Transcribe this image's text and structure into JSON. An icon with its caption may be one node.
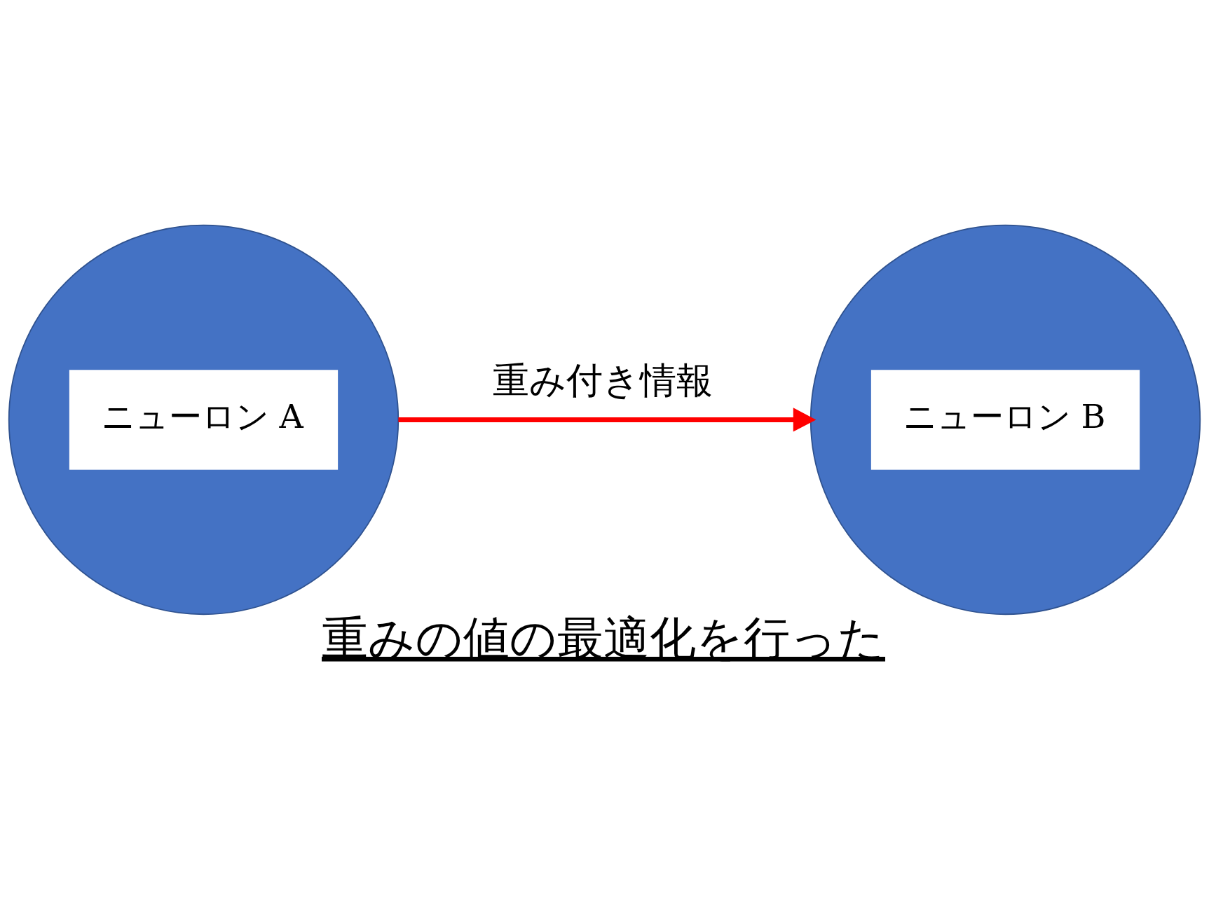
{
  "diagram": {
    "caption": "重みの値の最適化を行った",
    "nodes": [
      {
        "text": [
          "ニューロン A"
        ]
      },
      {
        "text": [
          "ニューロン B"
        ]
      }
    ],
    "edges": [
      {
        "from": 0,
        "to": 1,
        "arrow": "to",
        "label": "重み付き情報",
        "color": "#ff0000"
      }
    ]
  }
}
